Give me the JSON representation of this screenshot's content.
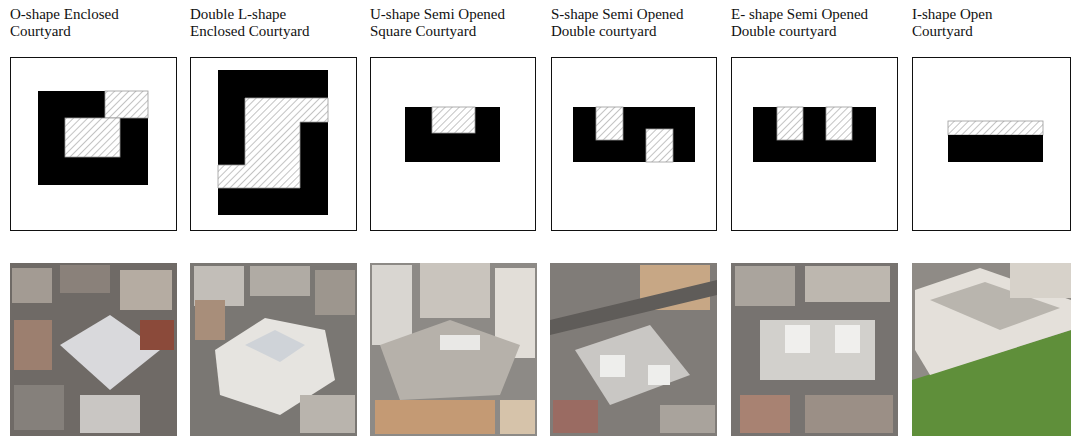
{
  "diagram": {
    "nodes": [
      {
        "text": [
          "O-shape Enclosed Courtyard"
        ]
      },
      {
        "text": [
          "Double L-shape Enclosed Courtyard"
        ]
      },
      {
        "text": [
          "U-shape Semi Opened Square Courtyard"
        ]
      },
      {
        "text": [
          "S-shape Semi Opened Double courtyard"
        ]
      },
      {
        "text": [
          "E- shape Semi Opened Double courtyard"
        ]
      },
      {
        "text": [
          "I-shape Open Courtyard"
        ]
      }
    ]
  }
}
